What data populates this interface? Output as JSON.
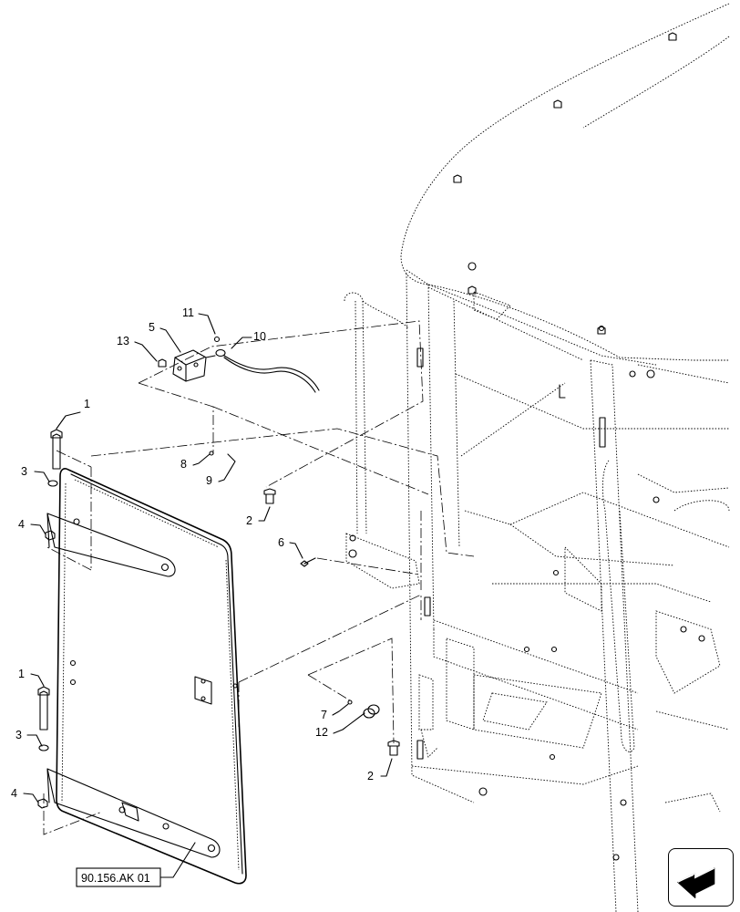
{
  "reference_code": "90.156.AK 01",
  "nav_icon": "next-page-arrow-icon",
  "callouts": [
    "1",
    "1",
    "2",
    "2",
    "3",
    "3",
    "4",
    "4",
    "5",
    "6",
    "7",
    "8",
    "9",
    "10",
    "11",
    "12",
    "13"
  ]
}
